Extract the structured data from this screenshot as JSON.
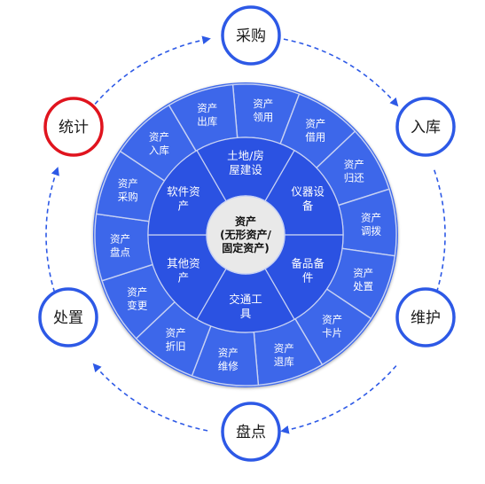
{
  "center": {
    "lines": [
      "资产",
      "(无形资产/",
      "固定资产)"
    ]
  },
  "inner_ring": [
    {
      "lines": [
        "土地/房",
        "屋建设"
      ]
    },
    {
      "lines": [
        "仪器设",
        "备"
      ]
    },
    {
      "lines": [
        "备品备",
        "件"
      ]
    },
    {
      "lines": [
        "交通工",
        "具"
      ]
    },
    {
      "lines": [
        "其他资",
        "产"
      ]
    },
    {
      "lines": [
        "软件资",
        "产"
      ]
    }
  ],
  "outer_ring": [
    {
      "lines": [
        "资产",
        "领用"
      ]
    },
    {
      "lines": [
        "资产",
        "借用"
      ]
    },
    {
      "lines": [
        "资产",
        "归还"
      ]
    },
    {
      "lines": [
        "资产",
        "调拨"
      ]
    },
    {
      "lines": [
        "资产",
        "处置"
      ]
    },
    {
      "lines": [
        "资产",
        "卡片"
      ]
    },
    {
      "lines": [
        "资产",
        "退库"
      ]
    },
    {
      "lines": [
        "资产",
        "维修"
      ]
    },
    {
      "lines": [
        "资产",
        "折旧"
      ]
    },
    {
      "lines": [
        "资产",
        "变更"
      ]
    },
    {
      "lines": [
        "资产",
        "盘点"
      ]
    },
    {
      "lines": [
        "资产",
        "采购"
      ]
    },
    {
      "lines": [
        "资产",
        "入库"
      ]
    },
    {
      "lines": [
        "资产",
        "出库"
      ]
    }
  ],
  "cycle_nodes": [
    {
      "label": "采购",
      "highlight": false
    },
    {
      "label": "入库",
      "highlight": false
    },
    {
      "label": "维护",
      "highlight": false
    },
    {
      "label": "盘点",
      "highlight": false
    },
    {
      "label": "处置",
      "highlight": false
    },
    {
      "label": "统计",
      "highlight": true
    }
  ],
  "colors": {
    "ring_blue": "#2d59e6",
    "outer_sector": "#3d67ea",
    "inner_sector": "#2b52e2",
    "divider": "#c8d2f3",
    "node_border": "#2d59e6",
    "node_highlight_border": "#e0141e",
    "center_fill": "#e9e9e9"
  }
}
